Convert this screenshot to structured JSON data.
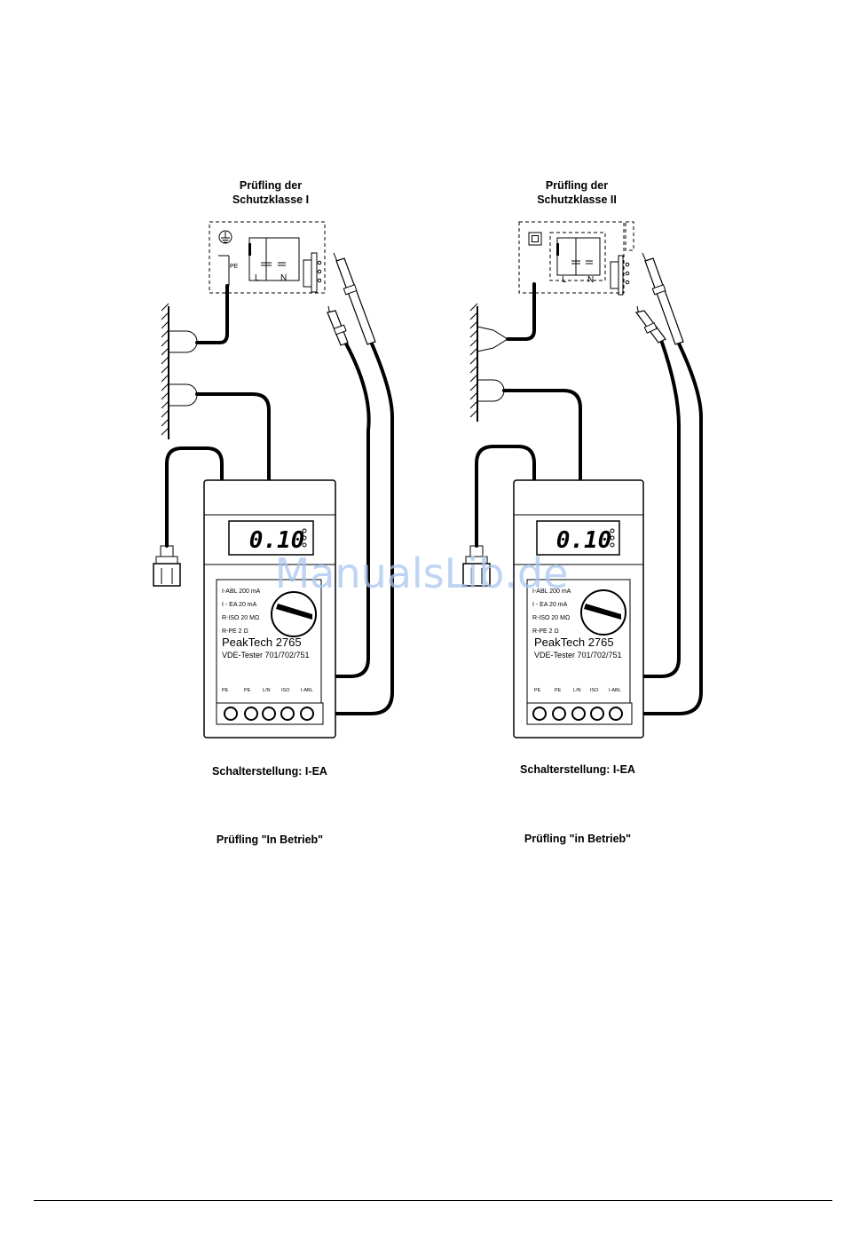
{
  "panels": [
    {
      "title_line1": "Prüfling der",
      "title_line2": "Schutzklasse  I",
      "caption_switch": "Schalterstellung: I-EA",
      "caption_mode": "Prüfling \"In Betrieb\"",
      "lcd_value": "0.10",
      "device_brand": "PeakTech 2765",
      "device_model": "VDE-Tester 701/702/751",
      "dial_labels": [
        "I-ABL  200 mA",
        "I - EA   20 mA",
        "R-ISO  20 MΩ",
        "R-PE   2    Ω"
      ],
      "jack_labels": [
        "PE",
        "PE",
        "L/N",
        "ISO",
        "I-ABL"
      ],
      "circuit_labels": {
        "pe": "PE",
        "l": "L",
        "n": "N"
      }
    },
    {
      "title_line1": "Prüfling der",
      "title_line2": "Schutzklasse  II",
      "caption_switch": "Schalterstellung: I-EA",
      "caption_mode": "Prüfling \"in Betrieb\"",
      "lcd_value": "0.10",
      "device_brand": "PeakTech 2765",
      "device_model": "VDE-Tester 701/702/751",
      "dial_labels": [
        "I-ABL  200 mA",
        "I - EA   20 mA",
        "R-ISO  20 MΩ",
        "R-PE   2    Ω"
      ],
      "jack_labels": [
        "PE",
        "PE",
        "L/N",
        "ISO",
        "I-ABL"
      ],
      "circuit_labels": {
        "l": "L",
        "n": "N"
      }
    }
  ],
  "watermark": "ManualsLib.de",
  "icons": {
    "class1": "protective-earth-symbol",
    "class2": "double-insulation-square",
    "probe": "test-probe",
    "plug": "mains-plug"
  }
}
